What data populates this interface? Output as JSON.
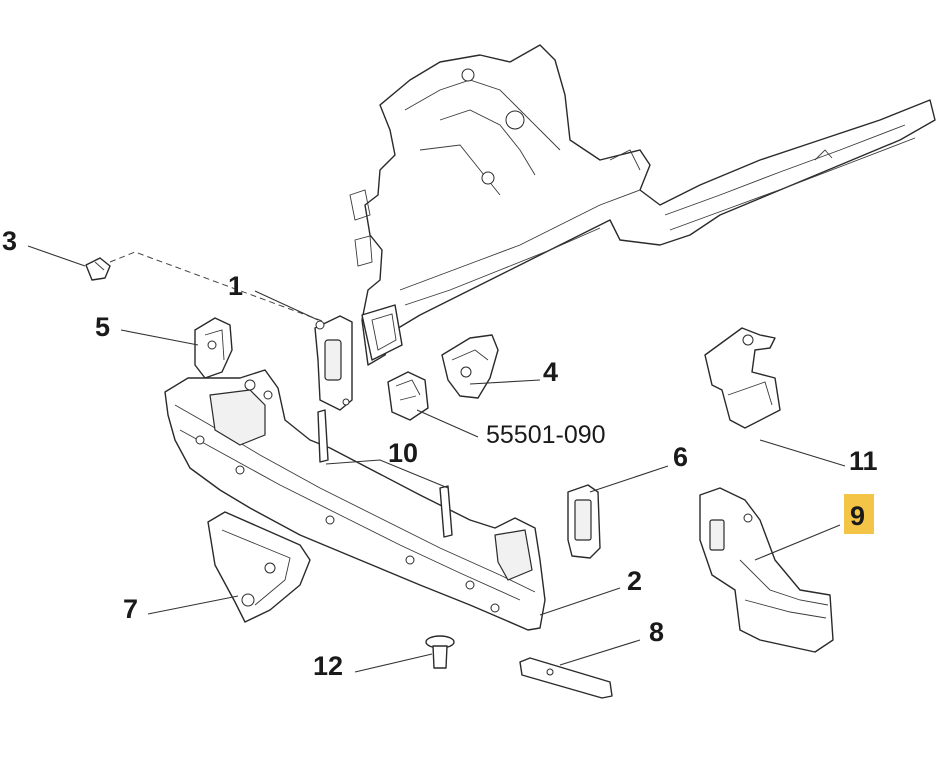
{
  "callouts": {
    "c1": "1",
    "c2": "2",
    "c3": "3",
    "c4": "4",
    "c5": "5",
    "c6": "6",
    "c7": "7",
    "c8": "8",
    "c9": "9",
    "c10": "10",
    "c11": "11",
    "c12": "12",
    "part_code": "55501-090"
  },
  "highlight_color": "#f3c446"
}
